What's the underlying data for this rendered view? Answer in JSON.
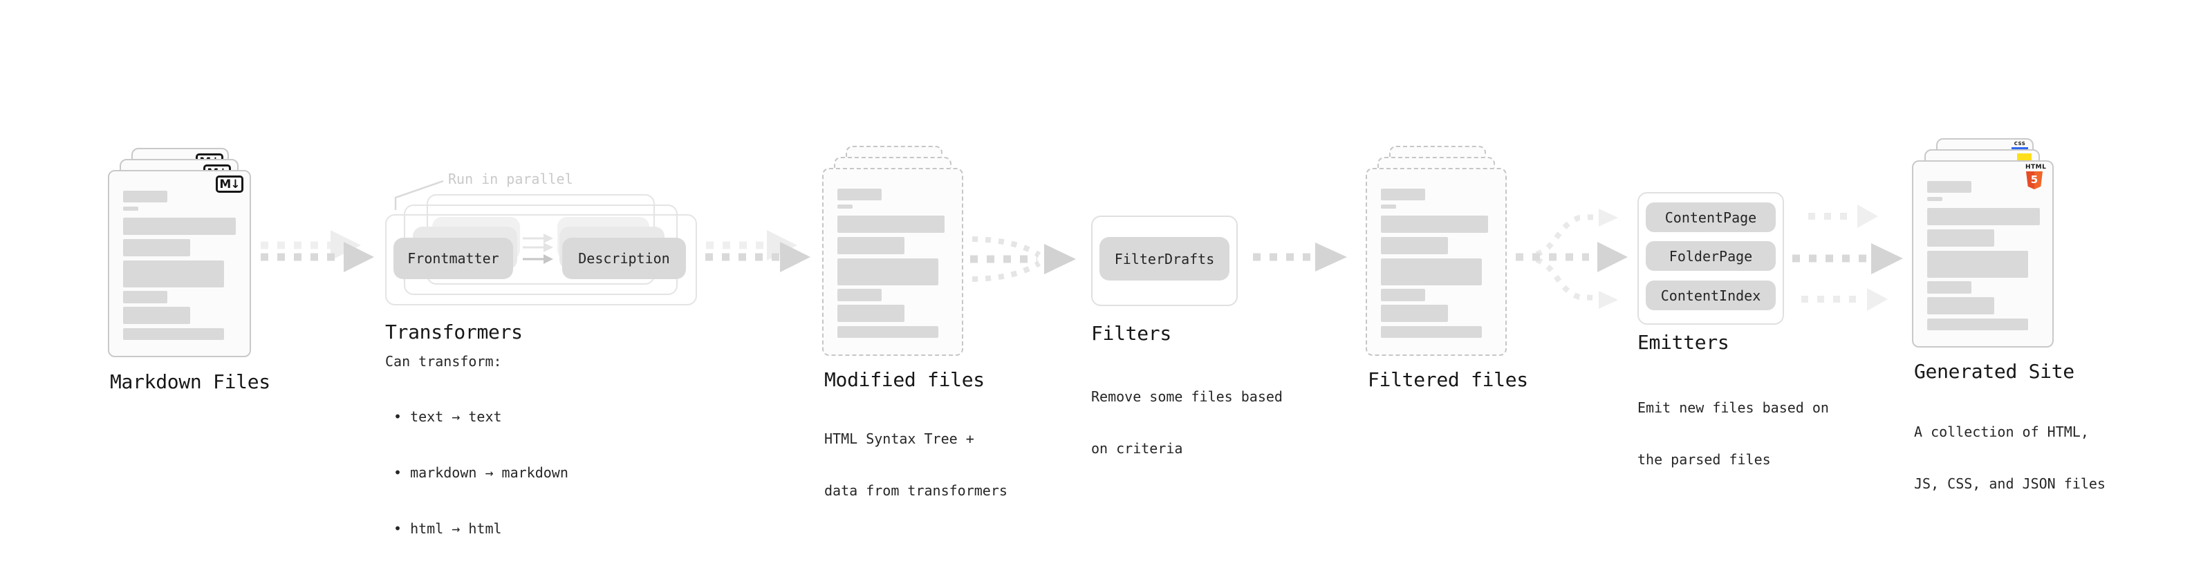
{
  "diagram": {
    "markdown": {
      "label": "Markdown Files",
      "badge": "M↓"
    },
    "transformers": {
      "annotation": "Run in parallel",
      "pill_left": "Frontmatter",
      "pill_right": "Description",
      "label": "Transformers",
      "desc_title": "Can transform:",
      "bullets": [
        "• text → text",
        "• markdown → markdown",
        "• html → html"
      ]
    },
    "modified": {
      "label": "Modified files",
      "desc": [
        "HTML Syntax Tree +",
        "data from transformers"
      ]
    },
    "filters": {
      "pill": "FilterDrafts",
      "label": "Filters",
      "desc": [
        "Remove some files based",
        "on criteria"
      ]
    },
    "filtered": {
      "label": "Filtered files"
    },
    "emitters": {
      "pills": [
        "ContentPage",
        "FolderPage",
        "ContentIndex"
      ],
      "label": "Emitters",
      "desc": [
        "Emit new files based on",
        "the parsed files"
      ]
    },
    "generated": {
      "label": "Generated Site",
      "desc": [
        "A collection of HTML,",
        "JS, CSS, and JSON files"
      ],
      "badge_css": "CSS",
      "badge_html": "HTML",
      "badge_html5_number": "5"
    }
  },
  "colors": {
    "html5_orange": "#e44d26",
    "html5_orange_light": "#f16529",
    "js_yellow": "#ffdf1b",
    "css_blue": "#2f68f1",
    "bar_gray": "#d9d9d9",
    "arrow_gray": "#d4d4d4",
    "annotation_gray": "#c9c9c9"
  }
}
